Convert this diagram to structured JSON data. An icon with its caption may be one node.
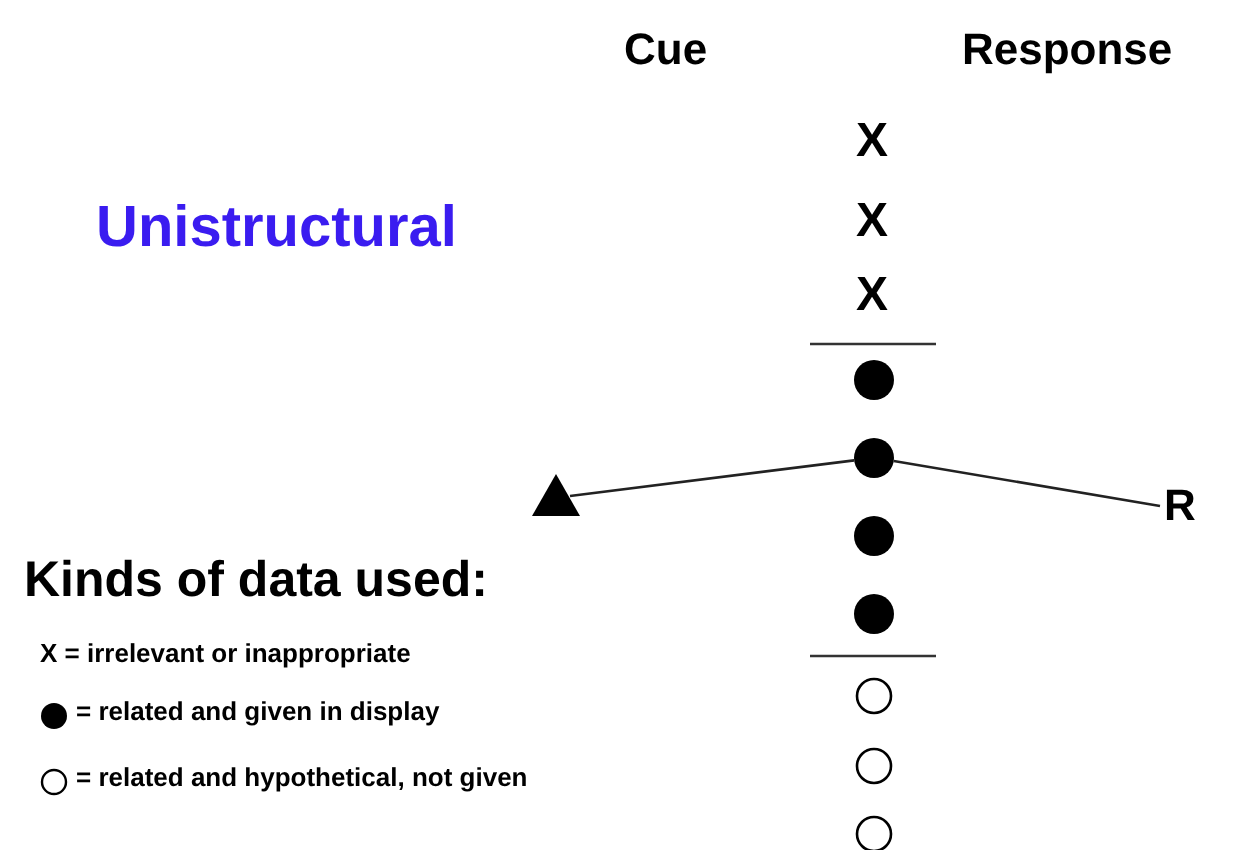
{
  "diagram": {
    "title": "Unistructural",
    "nodes": [
      {
        "text": [],
        "shape": "dot"
      },
      {
        "text": [],
        "shape": "dot"
      },
      {
        "text": [],
        "shape": "triangle"
      },
      {
        "text": [
          "R"
        ]
      },
      {
        "text": [],
        "shape": "dot"
      },
      {
        "text": [],
        "shape": "dot"
      },
      {
        "text": [],
        "shape": "circle"
      },
      {
        "text": [],
        "shape": "circle"
      },
      {
        "text": [],
        "shape": "circle"
      }
    ],
    "edges": [
      {
        "from": 2,
        "to": 1,
        "arrow": "none"
      },
      {
        "from": 1,
        "to": 3,
        "arrow": "none"
      }
    ],
    "labels": [
      "Cue",
      "Response",
      "X",
      "X",
      "X",
      "Kinds of data used:"
    ],
    "legend": [
      {
        "text": "X = irrelevant or inappropriate"
      },
      {
        "text": "= related and given in display"
      },
      {
        "text": "= related and hypothetical, not given"
      }
    ]
  }
}
